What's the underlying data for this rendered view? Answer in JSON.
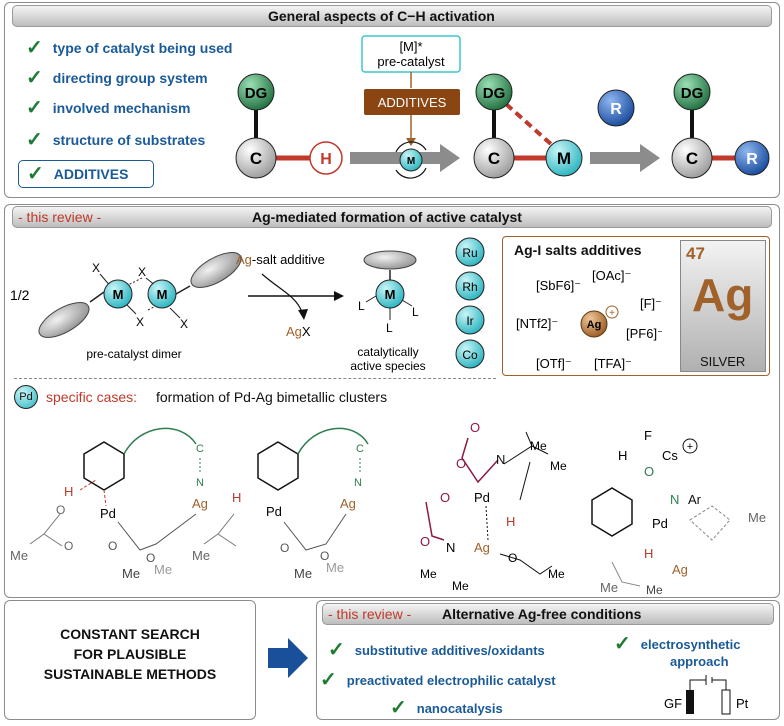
{
  "top": {
    "title": "General aspects of C−H activation",
    "checks": [
      "type of catalyst being used",
      "directing group system",
      "involved mechanism",
      "structure of substrates"
    ],
    "additives_box": "ADDITIVES",
    "precat_line1": "[M]*",
    "precat_line2": "pre-catalyst",
    "additives_label": "ADDITIVES",
    "atoms": {
      "dg": "DG",
      "c": "C",
      "h": "H",
      "m": "M",
      "r": "R"
    }
  },
  "middle": {
    "tag": "- this review -",
    "title": "Ag-mediated formation of active catalyst",
    "half": "1/2",
    "precat_dimer": "pre-catalyst dimer",
    "ag_salt": "Ag-salt additive",
    "agx": "AgX",
    "active1": "catalytically",
    "active2": "active species",
    "metals": [
      "Ru",
      "Rh",
      "Ir",
      "Co"
    ],
    "salts_title": "Ag-I salts additives",
    "salts": [
      "[SbF6]⁻",
      "[OAc]⁻",
      "[F]⁻",
      "[NTf2]⁻",
      "[PF6]⁻",
      "[OTf]⁻",
      "[TFA]⁻"
    ],
    "ag_ion": "Ag",
    "element_number": "47",
    "element_symbol": "Ag",
    "element_name": "SILVER",
    "pd": "Pd",
    "specific": "specific cases:",
    "clusters": "formation of Pd-Ag bimetallic clusters"
  },
  "bottom": {
    "constant1": "CONSTANT SEARCH",
    "constant2": "FOR PLAUSIBLE",
    "constant3": "SUSTAINABLE METHODS",
    "tag": "- this review -",
    "title": "Alternative Ag-free conditions",
    "items": [
      "substitutive additives/oxidants",
      "preactivated electrophilic catalyst",
      "nanocatalysis"
    ],
    "electro1": "electrosynthetic",
    "electro2": "approach",
    "gf": "GF",
    "pt": "Pt"
  },
  "colors": {
    "dg": "#2e7d4f",
    "m": "#3cc5cf",
    "r": "#1f5fb8",
    "ag": "#a0612a",
    "red": "#c0392b",
    "brown": "#8b4513",
    "arrow": "#1a4f9a"
  }
}
